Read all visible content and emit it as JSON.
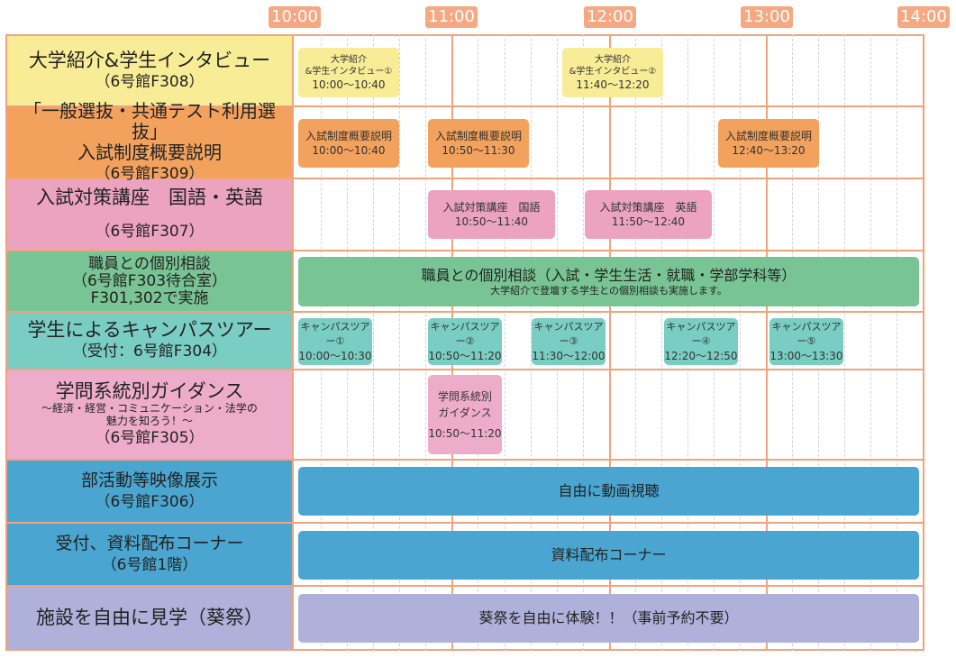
{
  "colors": {
    "grid_line": "#f0a47c",
    "time_badge": "#f5a882",
    "yellow_row": "#f8ec96",
    "orange_row": "#f3a25d",
    "pink_row": "#eba3c0",
    "green_row": "#79c495",
    "teal_row": "#7acdc3",
    "blue_row": "#4aa6d0",
    "purple_row": "#afb1da"
  },
  "timeline": {
    "ticks": [
      "10:00",
      "11:00",
      "12:00",
      "13:00",
      "14:00"
    ]
  },
  "rows": [
    {
      "title": "大学紹介&学生インタビュー",
      "sub": "",
      "room": "（6号館F308）"
    },
    {
      "title": "「一般選抜・共通テスト利用選抜」\n入試制度概要説明",
      "sub": "",
      "room": "（6号館F309）"
    },
    {
      "title": "入試対策講座　国語・英語",
      "sub": "",
      "room": "（6号館F307）"
    },
    {
      "title": "職員との個別相談\n（6号館F303待合室）\nF301,302で実施",
      "sub": "",
      "room": ""
    },
    {
      "title": "学生によるキャンパスツアー",
      "sub": "",
      "room": "（受付：6号館F304）"
    },
    {
      "title": "学問系統別ガイダンス",
      "sub": "～経済・経営・コミュニケーション・法学の\n魅力を知ろう！～",
      "room": "（6号館F305）"
    },
    {
      "title": "部活動等映像展示",
      "sub": "",
      "room": "（6号館F306）"
    },
    {
      "title": "受付、資料配布コーナー",
      "sub": "",
      "room": "（6号館1階）"
    },
    {
      "title": "施設を自由に見学（葵祭）",
      "sub": "",
      "room": ""
    }
  ],
  "events": {
    "intro_1": {
      "name": "大学紹介\n&学生インタビュー①",
      "time": "10:00～10:40"
    },
    "intro_2": {
      "name": "大学紹介\n&学生インタビュー②",
      "time": "11:40～12:20"
    },
    "exam_1": {
      "name": "入試制度概要説明",
      "time": "10:00～10:40"
    },
    "exam_2": {
      "name": "入試制度概要説明",
      "time": "10:50～11:30"
    },
    "exam_3": {
      "name": "入試制度概要説明",
      "time": "12:40～13:20"
    },
    "prep_1": {
      "name": "入試対策講座　国語",
      "time": "10:50～11:40"
    },
    "prep_2": {
      "name": "入試対策講座　英語",
      "time": "11:50～12:40"
    },
    "consult": {
      "name": "職員との個別相談（入試・学生生活・就職・学部学科等）",
      "note": "大学紹介で登壇する学生との個別相談も実施します。"
    },
    "tour_1": {
      "name": "キャンパスツアー①",
      "time": "10:00～10:30"
    },
    "tour_2": {
      "name": "キャンパスツアー②",
      "time": "10:50～11:20"
    },
    "tour_3": {
      "name": "キャンパスツアー③",
      "time": "11:30～12:00"
    },
    "tour_4": {
      "name": "キャンパスツアー④",
      "time": "12:20～12:50"
    },
    "tour_5": {
      "name": "キャンパスツアー⑤",
      "time": "13:00～13:30"
    },
    "guidance": {
      "name": "学問系統別\nガイダンス",
      "time": "10:50～11:20"
    },
    "video": {
      "name": "自由に動画視聴"
    },
    "materials": {
      "name": "資料配布コーナー"
    },
    "festival": {
      "name": "葵祭を自由に体験！！（事前予約不要）"
    }
  }
}
